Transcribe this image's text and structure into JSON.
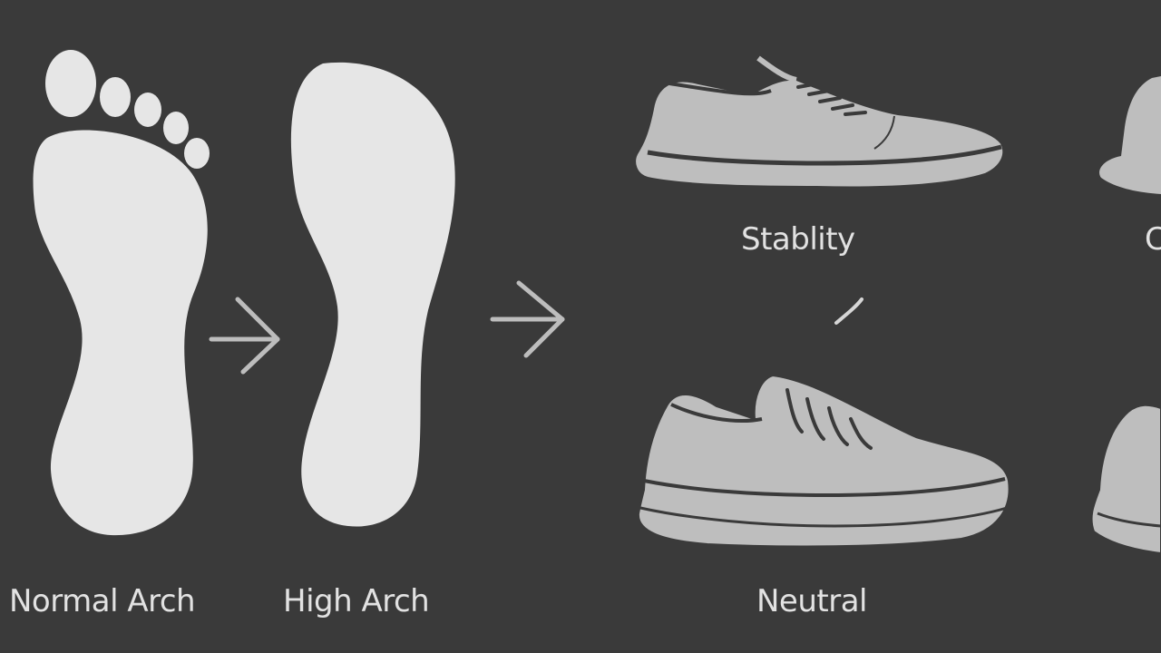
{
  "colors": {
    "background": "#3a3a3a",
    "foot_fill": "#e6e6e6",
    "shoe_fill": "#bebebe",
    "outline": "#3a3a3a",
    "arrow": "#bdbdbd",
    "text": "#e2e2e2"
  },
  "feet": {
    "normal_label": "Normal Arch",
    "high_label": "High Arch"
  },
  "shoes": {
    "stability_label": "Stablity",
    "neutral_label": "Neutral",
    "partial_label": "C"
  },
  "icons": [
    "normal-foot-icon",
    "high-arch-foot-icon",
    "arrow-right-icon",
    "stability-shoe-icon",
    "neutral-shoe-icon"
  ]
}
